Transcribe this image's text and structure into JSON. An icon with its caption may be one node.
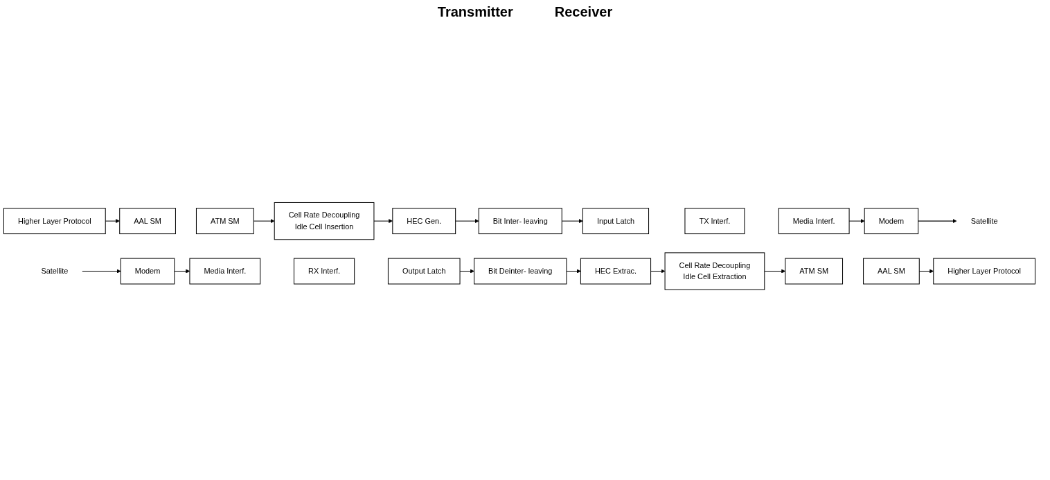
{
  "diagram": {
    "nodes": [
      {
        "text": [
          "Higher Layer Protocol"
        ]
      },
      {
        "text": [
          "AAL SM"
        ]
      },
      {
        "text": [
          "ATM SM"
        ]
      },
      {
        "text": [
          "Cell Rate Decoupling",
          "Idle Cell Insertion"
        ]
      },
      {
        "text": [
          "HEC Gen."
        ]
      },
      {
        "text": [
          "Bit Inter- leaving"
        ]
      },
      {
        "text": [
          "Input Latch"
        ]
      },
      {
        "text": [
          "TX Interf."
        ]
      },
      {
        "text": [
          "Media Interf."
        ]
      },
      {
        "text": [
          "Modem"
        ]
      },
      {
        "text": [
          "Satellite"
        ]
      },
      {
        "text": [
          "Higher Layer Protocol"
        ]
      },
      {
        "text": [
          "AAL SM"
        ]
      },
      {
        "text": [
          "ATM SM"
        ]
      },
      {
        "text": [
          "Cell Rate Decoupling",
          "Idle Cell Extraction"
        ]
      },
      {
        "text": [
          "HEC Extrac."
        ]
      },
      {
        "text": [
          "Bit Deinter- leaving"
        ]
      },
      {
        "text": [
          "Output Latch"
        ]
      },
      {
        "text": [
          "RX Interf."
        ]
      },
      {
        "text": [
          "Media Interf."
        ]
      },
      {
        "text": [
          "Modem"
        ]
      },
      {
        "text": [
          "Satellite"
        ]
      }
    ],
    "edges": [
      {
        "from": 0,
        "to": 1,
        "arrow": "to"
      },
      {
        "from": 2,
        "to": 3,
        "arrow": "to"
      },
      {
        "from": 3,
        "to": 4,
        "arrow": "to"
      },
      {
        "from": 4,
        "to": 5,
        "arrow": "to"
      },
      {
        "from": 5,
        "to": 6,
        "arrow": "to"
      },
      {
        "from": 8,
        "to": 9,
        "arrow": "to"
      },
      {
        "from": 9,
        "to": 10,
        "arrow": "to"
      },
      {
        "from": 21,
        "to": 20,
        "arrow": "to"
      },
      {
        "from": 20,
        "to": 19,
        "arrow": "to"
      },
      {
        "from": 17,
        "to": 16,
        "arrow": "to"
      },
      {
        "from": 16,
        "to": 15,
        "arrow": "to"
      },
      {
        "from": 15,
        "to": 14,
        "arrow": "to"
      },
      {
        "from": 14,
        "to": 13,
        "arrow": "to"
      },
      {
        "from": 12,
        "to": 11,
        "arrow": "to"
      }
    ],
    "labels": [
      "Transmitter",
      "Receiver"
    ]
  }
}
